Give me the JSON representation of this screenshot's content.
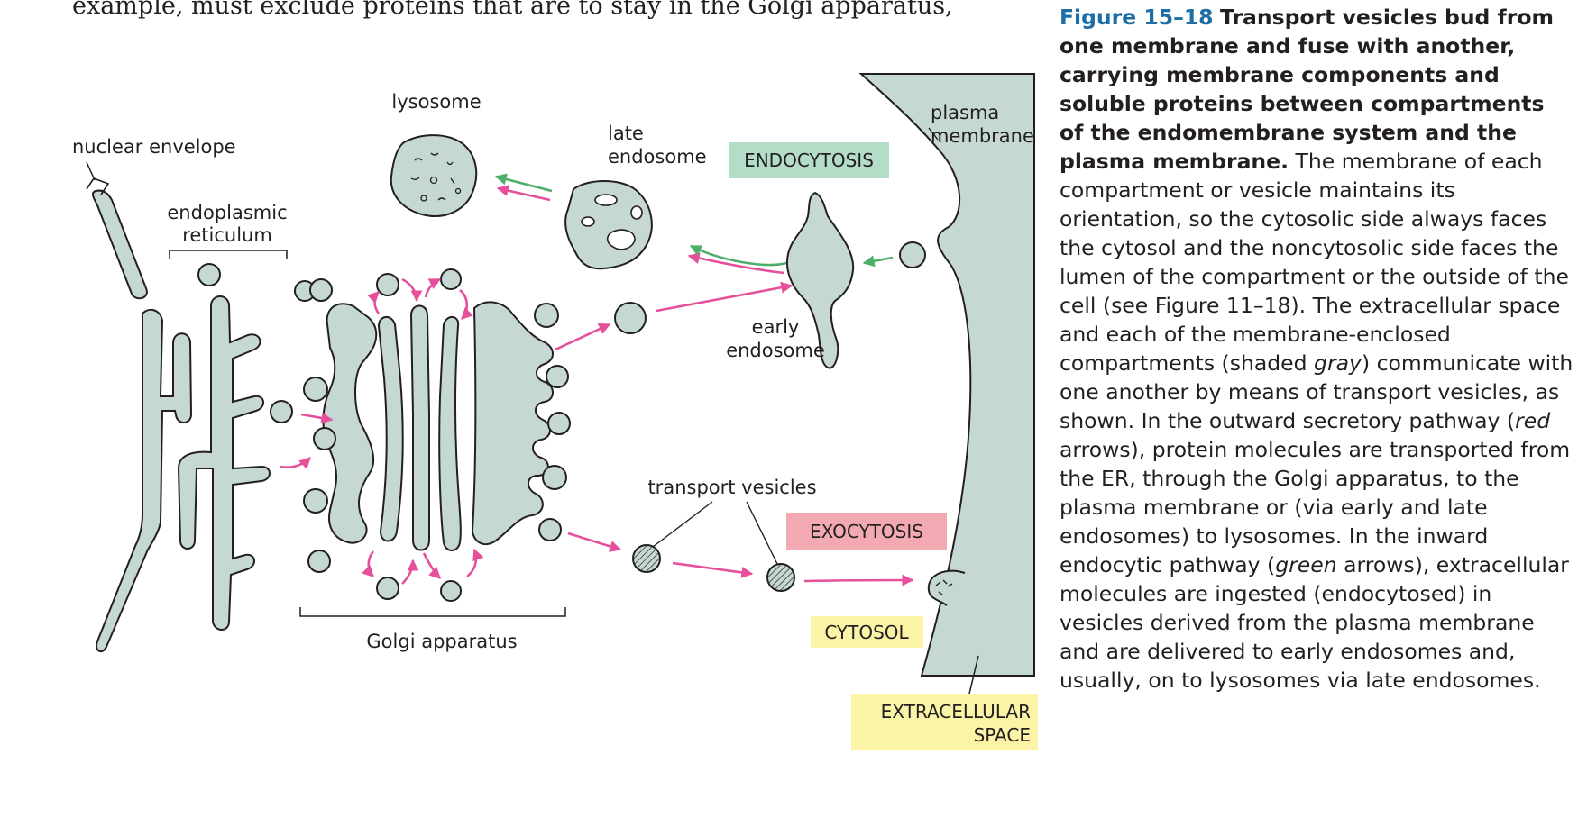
{
  "body_text": "example, must exclude proteins that are to stay in the Golgi apparatus,",
  "labels": {
    "nuclear_envelope": "nuclear envelope",
    "er_line1": "endoplasmic",
    "er_line2": "reticulum",
    "lysosome": "lysosome",
    "late_endosome_line1": "late",
    "late_endosome_line2": "endosome",
    "plasma_membrane_line1": "plasma",
    "plasma_membrane_line2": "membrane",
    "early_endosome_line1": "early",
    "early_endosome_line2": "endosome",
    "transport_vesicles": "transport vesicles",
    "golgi_apparatus": "Golgi apparatus",
    "endocytosis": "ENDOCYTOSIS",
    "exocytosis": "EXOCYTOSIS",
    "cytosol": "CYTOSOL",
    "extracellular_line1": "EXTRACELLULAR",
    "extracellular_line2": "SPACE"
  },
  "caption": {
    "figure_number": "Figure 15–18",
    "title": "Transport vesicles bud from one membrane and fuse with another, carrying membrane components and soluble proteins between compartments of the endomembrane system and the plasma membrane.",
    "text_1": "The membrane of each compartment or vesicle maintains its orientation, so the cytosolic side always faces the cytosol and the noncytosolic side faces the lumen of the compartment or the outside of the cell (see Figure 11–18). The extracellular space and each of the membrane-enclosed compartments (shaded",
    "text_gray": "gray",
    "text_2": ") communicate with one another by means of transport vesicles, as shown. In the outward secretory pathway (",
    "text_red": "red",
    "text_3": " arrows), protein molecules are transported from the ER, through the Golgi apparatus, to the plasma membrane or (via early and late endosomes) to lysosomes. In the inward endocytic pathway (",
    "text_green": "green",
    "text_4": " arrows), extracellular molecules are ingested (endocytosed) in vesicles derived from the plasma membrane and are delivered to early endosomes and, usually, on to lysosomes via late endosomes."
  },
  "colors": {
    "compartment_fill": "#c5d8d4",
    "outline": "#231f20",
    "secretory_arrow": "#e6509b",
    "endocytic_arrow": "#4fae6a",
    "endocytosis_box": "#b4ddc8",
    "exocytosis_box": "#f2a9b2",
    "cytosol_box": "#fbf3a5",
    "extracellular_box": "#fbf3a5",
    "figure_number": "#1c6fa6"
  }
}
